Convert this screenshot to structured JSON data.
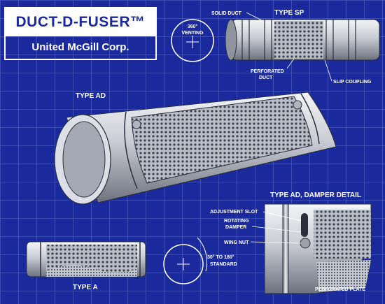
{
  "logo": {
    "title": "DUCT-D-FUSER™",
    "company": "United McGill Corp."
  },
  "labels": {
    "venting": [
      "360°",
      "VENTING"
    ],
    "solid_duct": "SOLID DUCT",
    "type_sp": "TYPE SP",
    "perforated_duct": [
      "PERFORATED",
      "DUCT"
    ],
    "slip_coupling": "SLIP COUPLING",
    "type_ad": "TYPE AD",
    "type_ad_damper_detail": "TYPE AD, DAMPER DETAIL",
    "adjustment_slot": "ADJUSTMENT SLOT",
    "rotating_damper": [
      "ROTATING",
      "DAMPER"
    ],
    "wing_nut": "WING NUT",
    "standard_range": [
      "30° TO 180°",
      "STANDARD"
    ],
    "type_a": "TYPE A",
    "perforated_plate": "PERFORATED PLATE"
  },
  "colors": {
    "blueprint": "#1a2a9c",
    "grid": "#5a6cd0",
    "metal_light": "#e8eaee",
    "metal_dark": "#7a7f8a"
  }
}
